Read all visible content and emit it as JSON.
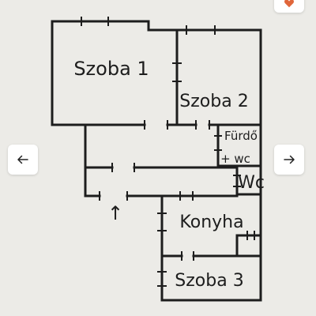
{
  "plan": {
    "rooms": {
      "szoba1": "Szoba 1",
      "szoba2": "Szoba 2",
      "furdo_line1": "Fürdő",
      "furdo_line2": "+ wc",
      "wc": "Wc",
      "konyha": "Konyha",
      "szoba3": "Szoba 3"
    },
    "entrance_arrow": "↑"
  },
  "navigation": {
    "prev_icon": "arrow-left-icon",
    "next_icon": "arrow-right-icon"
  },
  "badge": {
    "icon": "heart-icon",
    "color": "#e0663a"
  },
  "colors": {
    "background": "#ecebe7",
    "wall": "#1d1d1d"
  }
}
